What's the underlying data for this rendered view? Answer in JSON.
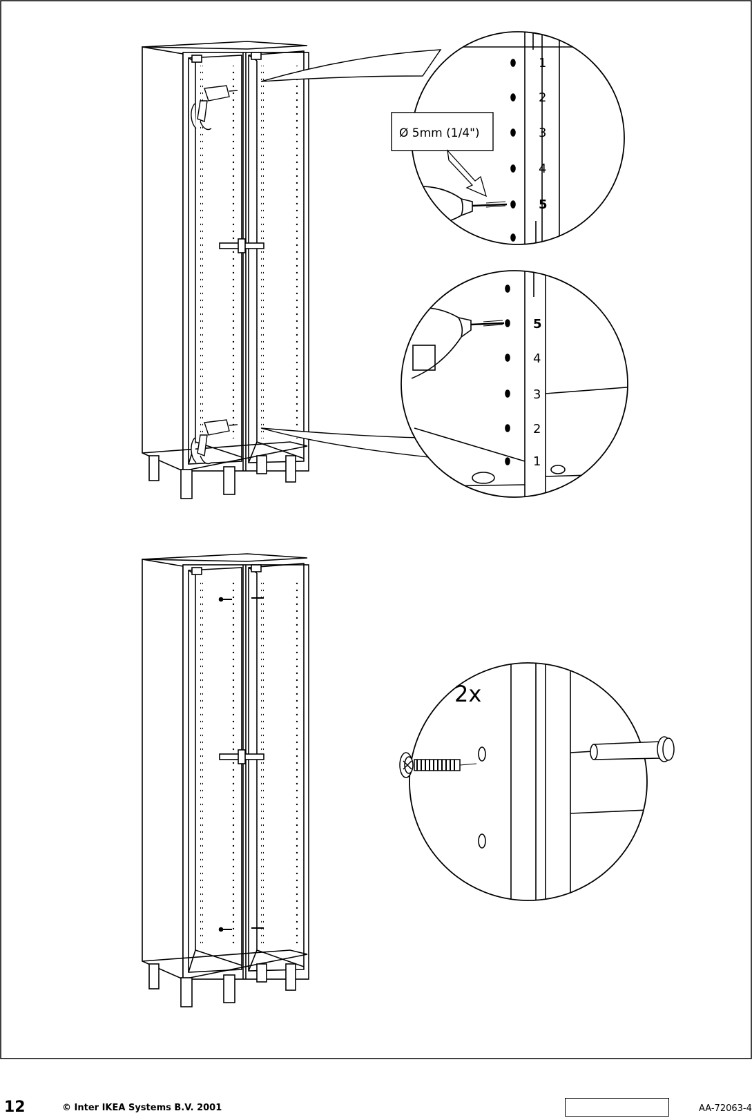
{
  "page": {
    "number": "12",
    "copyright": "© Inter IKEA Systems B.V. 2001",
    "doc_code": "AA-72063-4"
  },
  "detail_top": {
    "drill_spec": "Ø 5mm   (1/4\")",
    "hole_numbers": [
      "1",
      "2",
      "3",
      "4",
      "5"
    ],
    "highlighted": "5"
  },
  "detail_bottom": {
    "hole_numbers": [
      "5",
      "4",
      "3",
      "2",
      "1"
    ],
    "highlighted": "5"
  },
  "detail_hardware": {
    "quantity": "2x"
  },
  "icons": [
    "electric-drill-icon",
    "screw-icon",
    "connector-dowel-icon"
  ]
}
